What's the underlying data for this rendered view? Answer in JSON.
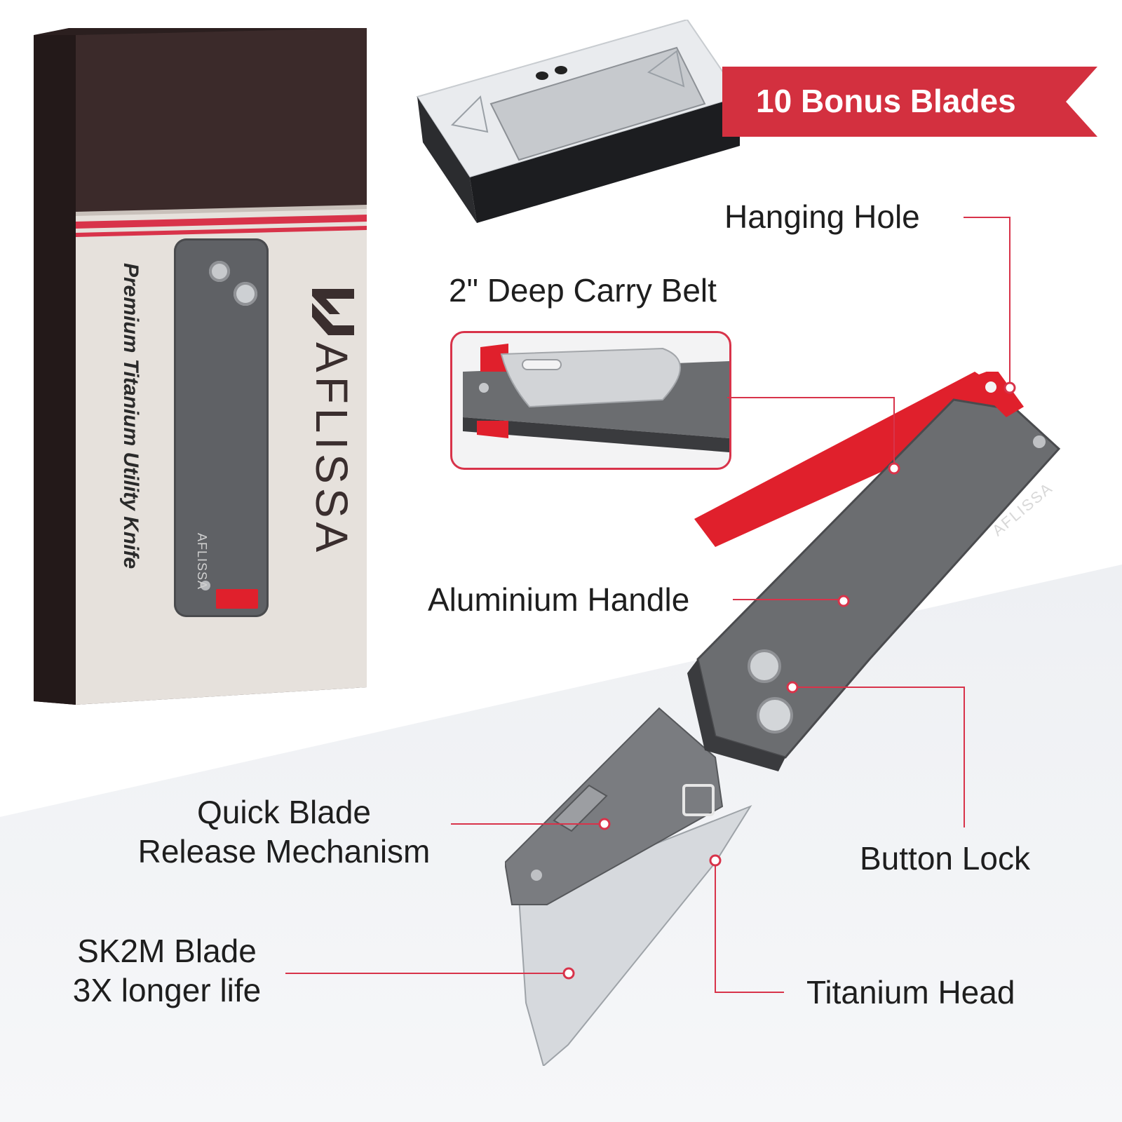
{
  "package": {
    "brand": "AFLISSA",
    "title": "Premium Titanium Utility Knife",
    "accent_color": "#d8334a",
    "box_dark_color": "#3b2a2a",
    "box_light_color": "#e6e1dc"
  },
  "bonus_blades": {
    "label": "10 Bonus Blades",
    "ribbon_color": "#d3303f"
  },
  "knife": {
    "brand": "AFLISSA",
    "body_color": "#6b6d70",
    "accent_color": "#e0202c"
  },
  "callouts": {
    "hanging_hole": "Hanging Hole",
    "carry_belt": "2\" Deep Carry Belt",
    "aluminium_handle": "Aluminium Handle",
    "button_lock": "Button Lock",
    "quick_blade_line1": "Quick Blade",
    "quick_blade_line2": "Release Mechanism",
    "titanium_head": "Titanium Head",
    "blade_line1": "SK2M Blade",
    "blade_line2": "3X longer life",
    "leader_color": "#d8334a"
  }
}
